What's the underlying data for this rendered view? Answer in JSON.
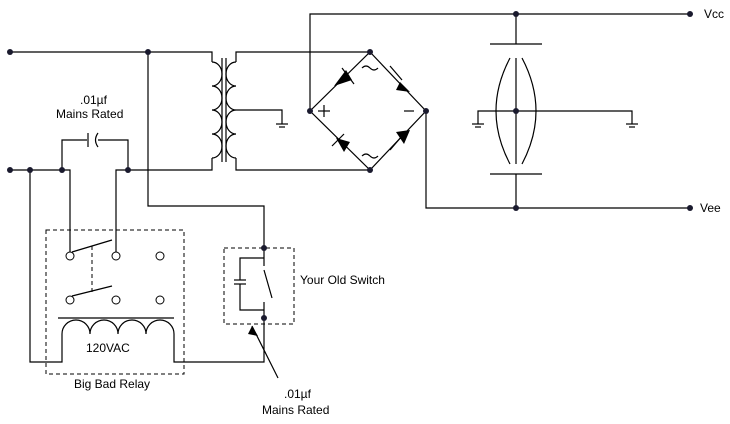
{
  "labels": {
    "vcc": "Vcc",
    "vee": "Vee",
    "cap_top_value": ".01µf",
    "cap_top_rating": "Mains Rated",
    "cap_bottom_value": ".01µf",
    "cap_bottom_rating": "Mains Rated",
    "switch": "Your Old Switch",
    "coil": "120VAC",
    "relay": "Big Bad Relay"
  },
  "colors": {
    "wire": "#000000",
    "junction": "#1a1a2e"
  }
}
